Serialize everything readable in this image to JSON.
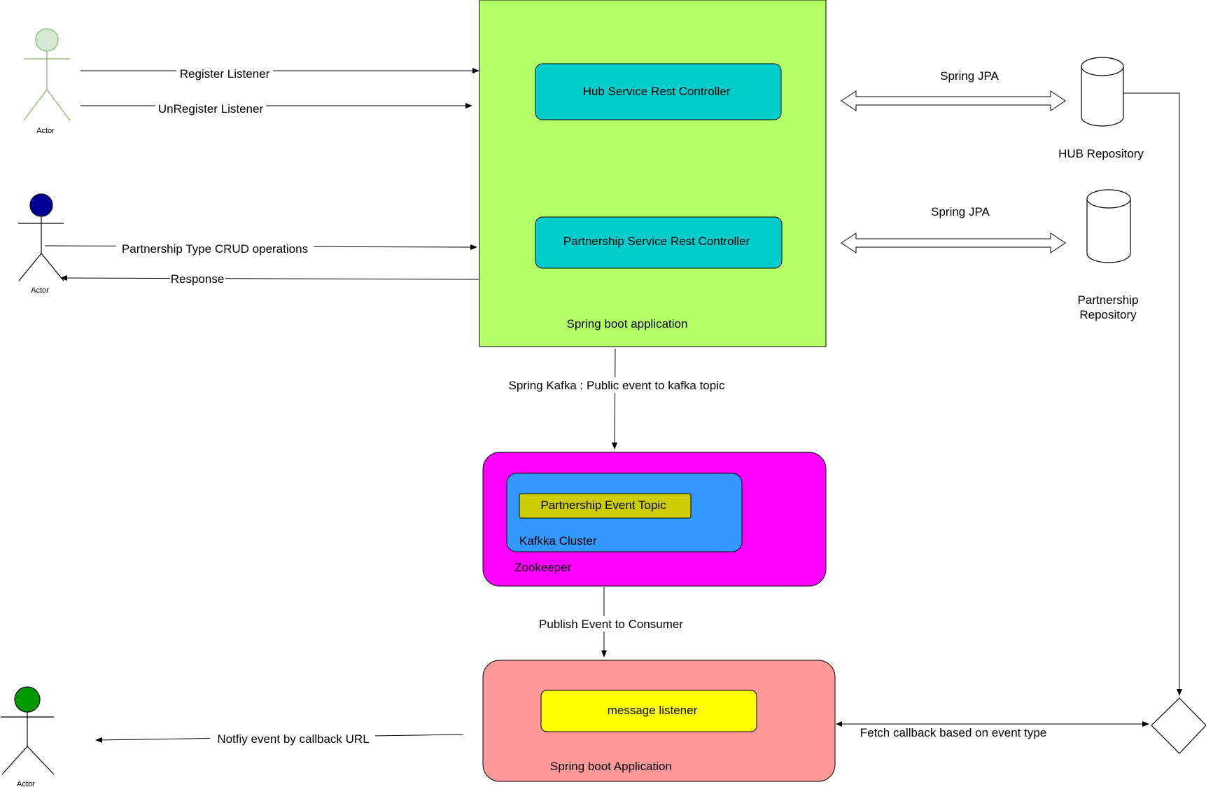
{
  "actors": {
    "listener_actor": {
      "label": "Actor",
      "fill": "#d5e8d4",
      "stroke": "#82b366"
    },
    "crud_actor": {
      "label": "Actor",
      "fill": "#000099",
      "stroke": "#000000"
    },
    "notify_actor": {
      "label": "Actor",
      "fill": "#009900",
      "stroke": "#000000"
    }
  },
  "spring_app": {
    "label": "Spring boot application",
    "fill": "#b3ff66",
    "controllers": {
      "hub": {
        "label": "Hub Service Rest Controller",
        "fill": "#00cccc"
      },
      "partnership": {
        "label": "Partnership Service Rest Controller",
        "fill": "#00cccc"
      }
    }
  },
  "repositories": {
    "hub": {
      "label": "HUB Repository"
    },
    "partnership": {
      "label_line1": "Partnership",
      "label_line2": "Repository"
    }
  },
  "kafka": {
    "zookeeper": {
      "label": "Zookeeper",
      "fill": "#ff00ff"
    },
    "cluster": {
      "label": "Kafkka Cluster",
      "fill": "#3399ff"
    },
    "topic": {
      "label": "Partnership Event Topic",
      "fill": "#cccc00"
    }
  },
  "consumer_app": {
    "label": "Spring boot Application",
    "fill": "#ff9999",
    "listener": {
      "label": "message listener",
      "fill": "#ffff00"
    }
  },
  "edges": {
    "register": "Register Listener",
    "unregister": "UnRegister Listener",
    "crud": "Partnership Type CRUD operations",
    "response": "Response",
    "jpa_hub": "Spring  JPA",
    "jpa_partnership": "Spring JPA",
    "kafka_publish": "Spring Kafka  : Public event to kafka topic",
    "consumer_publish": "Publish Event to Consumer",
    "notify": "Notfiy  event by callback URL",
    "fetch": "Fetch  callback based  on event  type"
  }
}
